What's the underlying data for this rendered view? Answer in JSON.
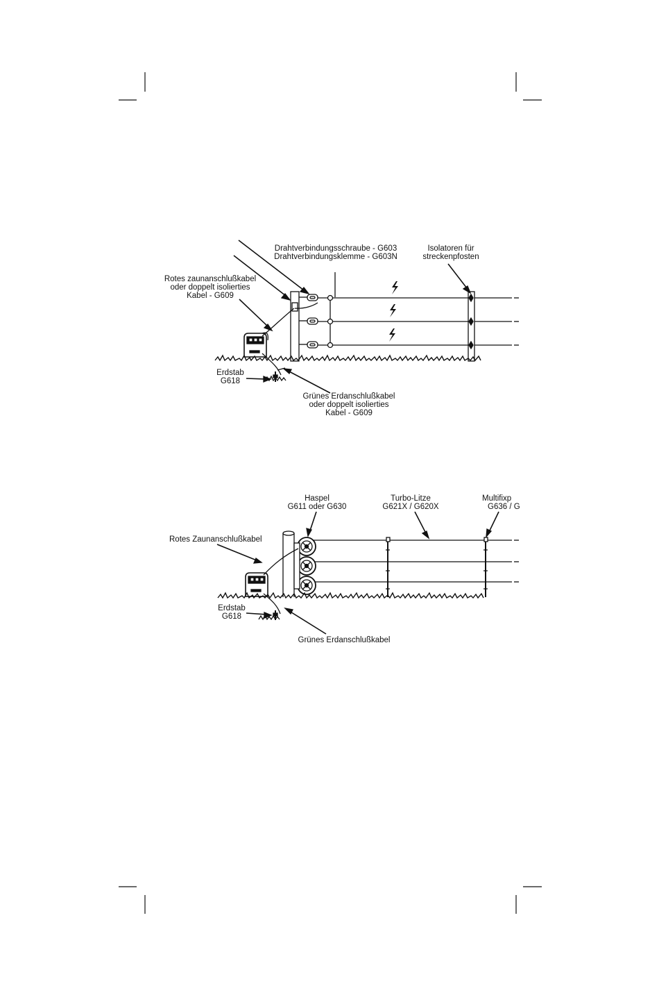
{
  "colors": {
    "ink": "#111111",
    "paper": "#ffffff"
  },
  "diagram1": {
    "label_screw": [
      "Drahtverbindungsschraube - G603",
      "Drahtverbindungsklemme - G603N"
    ],
    "label_isolators": [
      "Isolatoren für",
      "streckenpfosten"
    ],
    "label_red_cable": [
      "Rotes zaunanschlußkabel",
      "oder doppelt isolierties",
      "Kabel - G609"
    ],
    "label_ground_rod": [
      "Erdstab",
      "G618"
    ],
    "label_green_cable": [
      "Grünes Erdanschlußkabel",
      "oder doppelt isolierties",
      "Kabel - G609"
    ]
  },
  "diagram2": {
    "label_reel": [
      "Haspel",
      "G611 oder G630"
    ],
    "label_turbo": [
      "Turbo-Litze",
      "G621X / G620X"
    ],
    "label_multifix": [
      "Multifixp",
      "G636 / G"
    ],
    "label_red_cable": [
      "Rotes Zaunanschlußkabel"
    ],
    "label_ground_rod": [
      "Erdstab",
      "G618"
    ],
    "label_green_cable": [
      "Grünes Erdanschlußkabel"
    ]
  },
  "icons": [
    "crop-mark-icon",
    "energizer-icon",
    "lightning-icon",
    "reel-icon",
    "ground-rod-icon",
    "grass-icon",
    "insulator-icon"
  ]
}
